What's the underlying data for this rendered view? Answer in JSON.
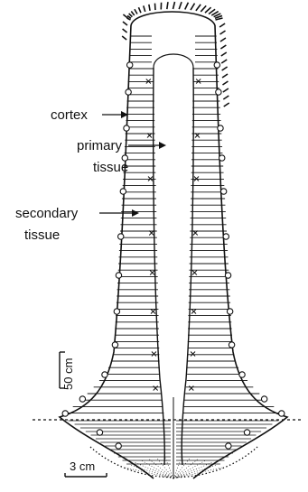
{
  "labels": {
    "cortex": "cortex",
    "primary_line1": "primary",
    "primary_line2": "tissue",
    "secondary_line1": "secondary",
    "secondary_line2": "tissue"
  },
  "scale_bars": {
    "vertical": "50 cm",
    "horizontal": "3 cm"
  },
  "colors": {
    "ink": "#111111",
    "background": "#ffffff"
  }
}
